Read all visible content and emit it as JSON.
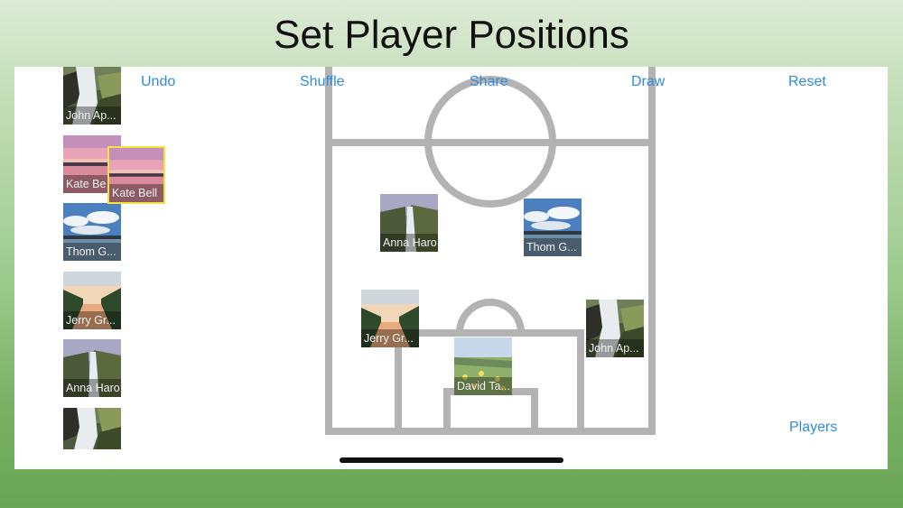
{
  "title": "Set Player Positions",
  "toolbar": {
    "undo": "Undo",
    "shuffle": "Shuffle",
    "share": "Share",
    "draw": "Draw",
    "reset": "Reset"
  },
  "players_button": "Players",
  "colors": {
    "accent": "#2f8be0",
    "field_lines": "#b3b3b3",
    "selected_border": "#f2e23a",
    "background_top": "#dcebd6",
    "background_bottom": "#6aa656"
  },
  "roster": [
    {
      "name": "John Ap...",
      "photo": "waterfall-rocks"
    },
    {
      "name": "Kate Be",
      "photo": "sunset-pink"
    },
    {
      "name": "Thom G...",
      "photo": "sky-clouds"
    },
    {
      "name": "Jerry Gr...",
      "photo": "canal-sunset"
    },
    {
      "name": "Anna Haro",
      "photo": "waterfall-valley"
    },
    {
      "name": "",
      "photo": "waterfall-rocks"
    }
  ],
  "dragging": {
    "name": "Kate Bell",
    "photo": "sunset-pink"
  },
  "on_field": [
    {
      "name": "Anna Haro",
      "photo": "waterfall-valley"
    },
    {
      "name": "Thom G...",
      "photo": "sky-clouds"
    },
    {
      "name": "Jerry Gr...",
      "photo": "canal-sunset"
    },
    {
      "name": "John Ap...",
      "photo": "waterfall-rocks"
    },
    {
      "name": "David Ta...",
      "photo": "flower-field"
    }
  ]
}
